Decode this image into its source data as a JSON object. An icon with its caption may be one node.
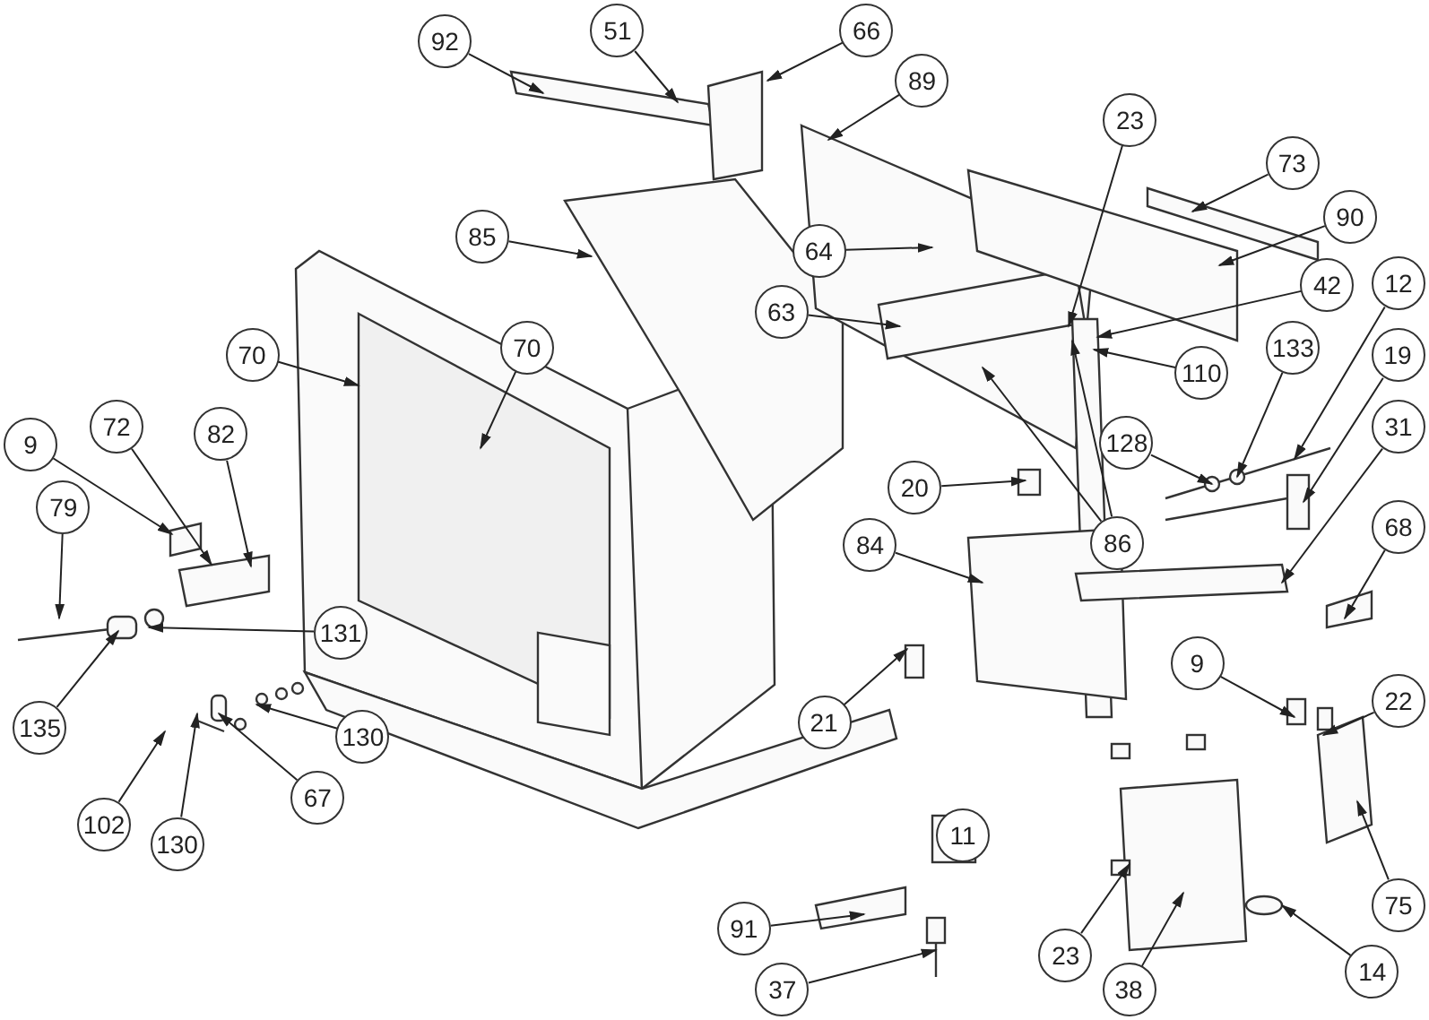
{
  "diagram": {
    "nodes": [
      {
        "text": [
          "92"
        ]
      },
      {
        "text": [
          "51"
        ]
      },
      {
        "text": [
          "66"
        ]
      },
      {
        "text": [
          "89"
        ]
      },
      {
        "text": [
          "23"
        ]
      },
      {
        "text": [
          "73"
        ]
      },
      {
        "text": [
          "85"
        ]
      },
      {
        "text": [
          "64"
        ]
      },
      {
        "text": [
          "63"
        ]
      },
      {
        "text": [
          "90"
        ]
      },
      {
        "text": [
          "42"
        ]
      },
      {
        "text": [
          "70"
        ]
      },
      {
        "text": [
          "70"
        ]
      },
      {
        "text": [
          "110"
        ]
      },
      {
        "text": [
          "133"
        ]
      },
      {
        "text": [
          "12"
        ]
      },
      {
        "text": [
          "128"
        ]
      },
      {
        "text": [
          "86"
        ]
      },
      {
        "text": [
          "72"
        ]
      },
      {
        "text": [
          "82"
        ]
      },
      {
        "text": [
          "9"
        ]
      },
      {
        "text": [
          "20"
        ]
      },
      {
        "text": [
          "19"
        ]
      },
      {
        "text": [
          "79"
        ]
      },
      {
        "text": [
          "84"
        ]
      },
      {
        "text": [
          "31"
        ]
      },
      {
        "text": [
          "68"
        ]
      },
      {
        "text": [
          "131"
        ]
      },
      {
        "text": [
          "135"
        ]
      },
      {
        "text": [
          "21"
        ]
      },
      {
        "text": [
          "9"
        ]
      },
      {
        "text": [
          "22"
        ]
      },
      {
        "text": [
          "130"
        ]
      },
      {
        "text": [
          "102"
        ]
      },
      {
        "text": [
          "130"
        ]
      },
      {
        "text": [
          "67"
        ]
      },
      {
        "text": [
          "75"
        ]
      },
      {
        "text": [
          "91"
        ]
      },
      {
        "text": [
          "23"
        ]
      },
      {
        "text": [
          "14"
        ]
      },
      {
        "text": [
          "38"
        ]
      },
      {
        "text": [
          "37"
        ]
      },
      {
        "text": [
          "11"
        ]
      }
    ],
    "edges": [
      {
        "from": 0,
        "to": null,
        "arrow": "to"
      },
      {
        "from": 1,
        "to": null,
        "arrow": "to"
      },
      {
        "from": 2,
        "to": null,
        "arrow": "to"
      },
      {
        "from": 3,
        "to": null,
        "arrow": "to"
      },
      {
        "from": 4,
        "to": null,
        "arrow": "to"
      },
      {
        "from": 5,
        "to": null,
        "arrow": "to"
      },
      {
        "from": 6,
        "to": null,
        "arrow": "to"
      },
      {
        "from": 7,
        "to": null,
        "arrow": "to"
      },
      {
        "from": 8,
        "to": null,
        "arrow": "to"
      },
      {
        "from": 9,
        "to": null,
        "arrow": "to"
      },
      {
        "from": 10,
        "to": null,
        "arrow": "to"
      },
      {
        "from": 11,
        "to": null,
        "arrow": "to"
      },
      {
        "from": 12,
        "to": null,
        "arrow": "to"
      },
      {
        "from": 13,
        "to": null,
        "arrow": "to"
      },
      {
        "from": 14,
        "to": null,
        "arrow": "to"
      },
      {
        "from": 15,
        "to": null,
        "arrow": "to"
      },
      {
        "from": 16,
        "to": null,
        "arrow": "to"
      },
      {
        "from": 17,
        "to": null,
        "arrow": "to"
      },
      {
        "from": 17,
        "to": null,
        "arrow": "to"
      },
      {
        "from": 18,
        "to": null,
        "arrow": "to"
      },
      {
        "from": 19,
        "to": null,
        "arrow": "to"
      },
      {
        "from": 20,
        "to": null,
        "arrow": "to"
      },
      {
        "from": 21,
        "to": null,
        "arrow": "to"
      },
      {
        "from": 22,
        "to": null,
        "arrow": "to"
      },
      {
        "from": 23,
        "to": null,
        "arrow": "to"
      },
      {
        "from": 24,
        "to": null,
        "arrow": "to"
      },
      {
        "from": 25,
        "to": null,
        "arrow": "to"
      },
      {
        "from": 26,
        "to": null,
        "arrow": "to"
      },
      {
        "from": 27,
        "to": null,
        "arrow": "to"
      },
      {
        "from": 28,
        "to": null,
        "arrow": "to"
      },
      {
        "from": 29,
        "to": null,
        "arrow": "to"
      },
      {
        "from": 30,
        "to": null,
        "arrow": "to"
      },
      {
        "from": 31,
        "to": null,
        "arrow": "to"
      },
      {
        "from": 32,
        "to": null,
        "arrow": "to"
      },
      {
        "from": 33,
        "to": null,
        "arrow": "to"
      },
      {
        "from": 34,
        "to": null,
        "arrow": "to"
      },
      {
        "from": 35,
        "to": null,
        "arrow": "to"
      },
      {
        "from": 36,
        "to": null,
        "arrow": "to"
      },
      {
        "from": 37,
        "to": null,
        "arrow": "to"
      },
      {
        "from": 38,
        "to": null,
        "arrow": "to"
      },
      {
        "from": 39,
        "to": null,
        "arrow": "to"
      },
      {
        "from": 40,
        "to": null,
        "arrow": "to"
      },
      {
        "from": 41,
        "to": null,
        "arrow": "to"
      }
    ]
  }
}
